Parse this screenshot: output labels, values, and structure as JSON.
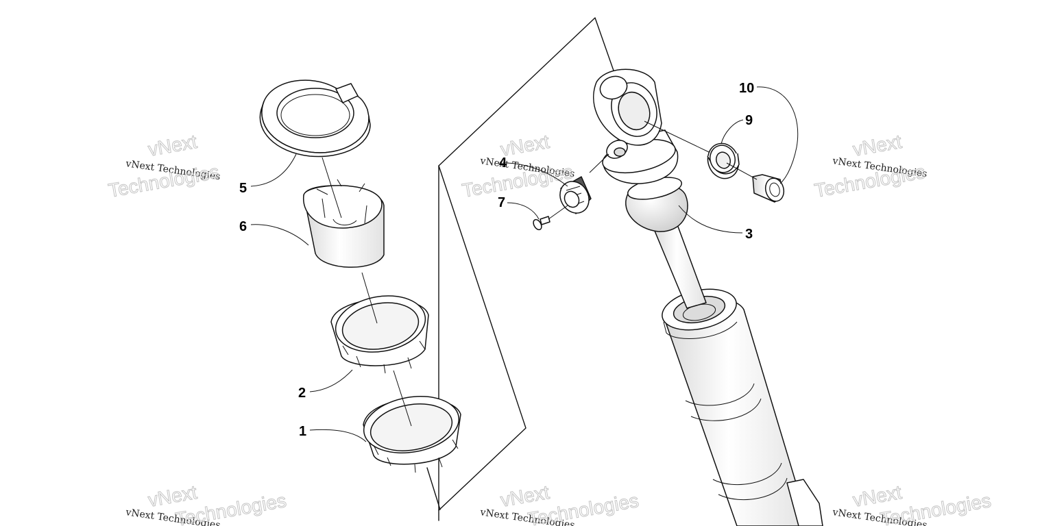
{
  "watermark": {
    "small_text": "vNext Technologies",
    "big_line1": "vNext",
    "big_line2": "Technologies"
  },
  "callouts": [
    {
      "id": "1",
      "label": "1"
    },
    {
      "id": "2",
      "label": "2"
    },
    {
      "id": "3",
      "label": "3"
    },
    {
      "id": "4",
      "label": "4"
    },
    {
      "id": "5",
      "label": "5"
    },
    {
      "id": "6",
      "label": "6"
    },
    {
      "id": "7",
      "label": "7"
    },
    {
      "id": "9",
      "label": "9"
    },
    {
      "id": "10",
      "label": "10"
    }
  ],
  "colors": {
    "line": "#111111",
    "part_fill": "#ffffff",
    "shade": "#e9e9e9",
    "watermark_outline": "#c4c4c4"
  }
}
